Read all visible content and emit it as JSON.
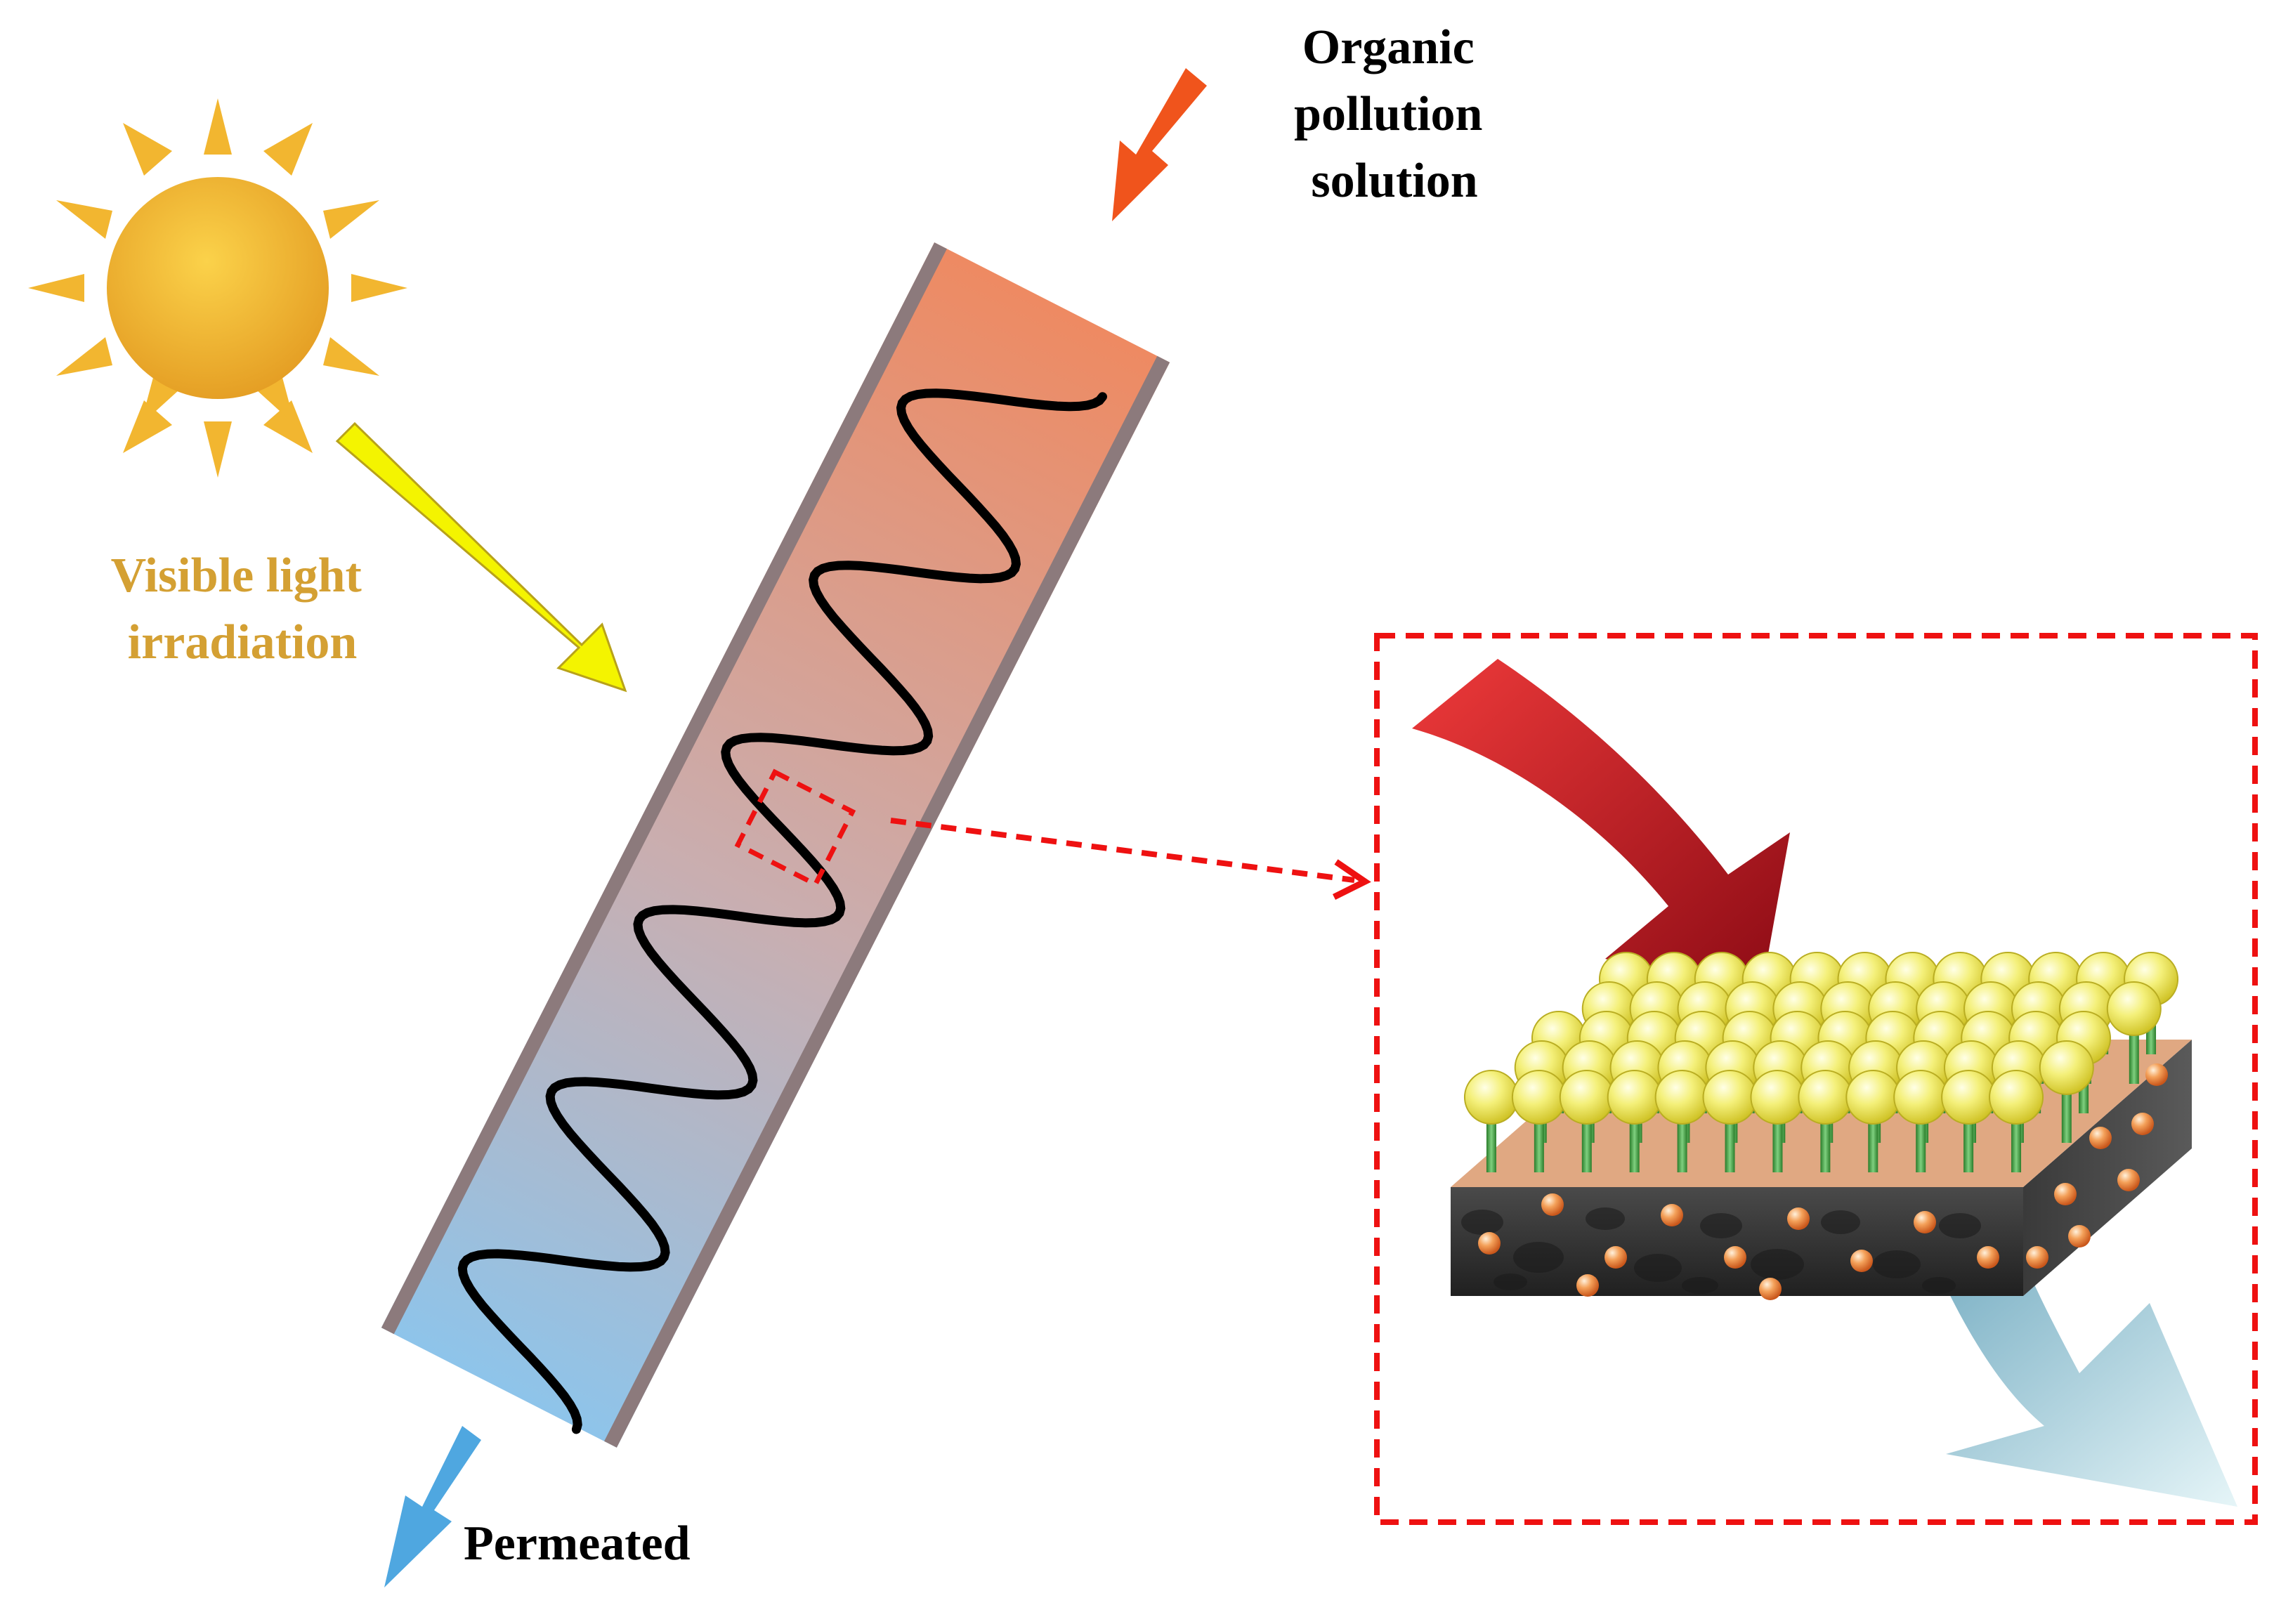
{
  "labels": {
    "inlet": [
      "Organic",
      "pollution",
      "solution"
    ],
    "light": [
      "Visible light",
      "irradiation"
    ],
    "outlet": "Permeated"
  },
  "colors": {
    "label_dark": "#000000",
    "label_light": "#d4a033",
    "sun": "#f2b630",
    "light_arrow": "#f4f400",
    "inlet_arrow": "#f0541c",
    "outlet_arrow": "#4fa7e0",
    "tube_wall": "#8c7a7c",
    "tube_top": "#ee8a62",
    "tube_bottom": "#8ec4ea",
    "zoom_box": "#ee1111",
    "incident_arrow": "#c4121f",
    "permeate_arrow": "#c9e8ef",
    "membrane_top": "#e0a882",
    "membrane_body": "#3b3b3b",
    "pore_particle": "#f08a38",
    "sphere": "#f4f07a",
    "stem": "#3a9c3a"
  },
  "icons": {
    "sun": "sun-icon",
    "light_arrow": "arrow-down-right-icon",
    "inlet_arrow": "arrow-down-left-icon",
    "outlet_arrow": "arrow-down-left-icon"
  }
}
